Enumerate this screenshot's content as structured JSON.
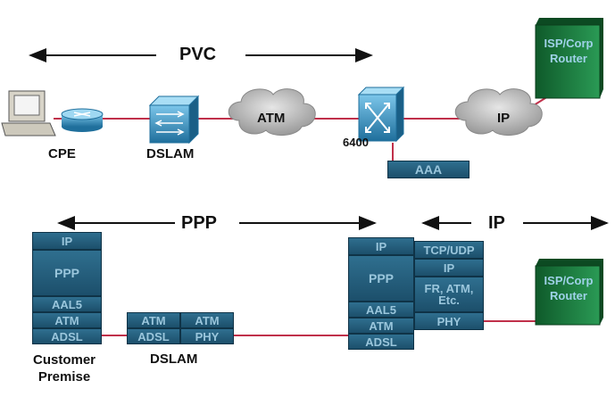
{
  "top": {
    "pvc_label": "PVC",
    "cpe_label": "CPE",
    "dslam_label": "DSLAM",
    "atm_cloud_label": "ATM",
    "ip_cloud_label": "IP",
    "router6400_label": "6400",
    "aaa_label": "AAA",
    "isp_router_label": "ISP/Corp Router"
  },
  "bottom": {
    "ppp_label": "PPP",
    "ip_label": "IP",
    "customer_stack": [
      "IP",
      "PPP",
      "AAL5",
      "ATM",
      "ADSL"
    ],
    "customer_label": "Customer Premise",
    "dslam_stack_left": [
      "ATM",
      "ADSL"
    ],
    "dslam_stack_right": [
      "ATM",
      "PHY"
    ],
    "dslam_label": "DSLAM",
    "lac_stack_left": [
      "IP",
      "PPP",
      "AAL5",
      "ATM",
      "ADSL"
    ],
    "lac_stack_right": [
      "TCP/UDP",
      "IP",
      "FR, ATM, Etc.",
      "PHY"
    ],
    "isp_router_label": "ISP/Corp Router"
  },
  "colors": {
    "link": "#c0304a",
    "stack": "#1f5674",
    "router_green": "#1f7a3d",
    "device_blue": "#3a9fd0"
  }
}
